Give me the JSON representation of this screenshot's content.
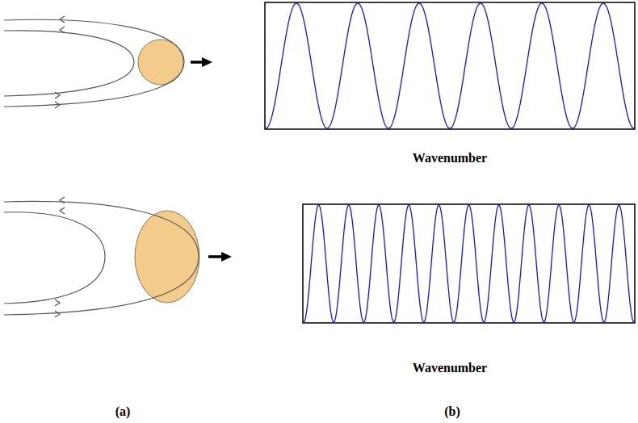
{
  "diagram": {
    "labels": [
      "Wavenumber",
      "Wavenumber",
      "(a)",
      "(b)"
    ]
  }
}
